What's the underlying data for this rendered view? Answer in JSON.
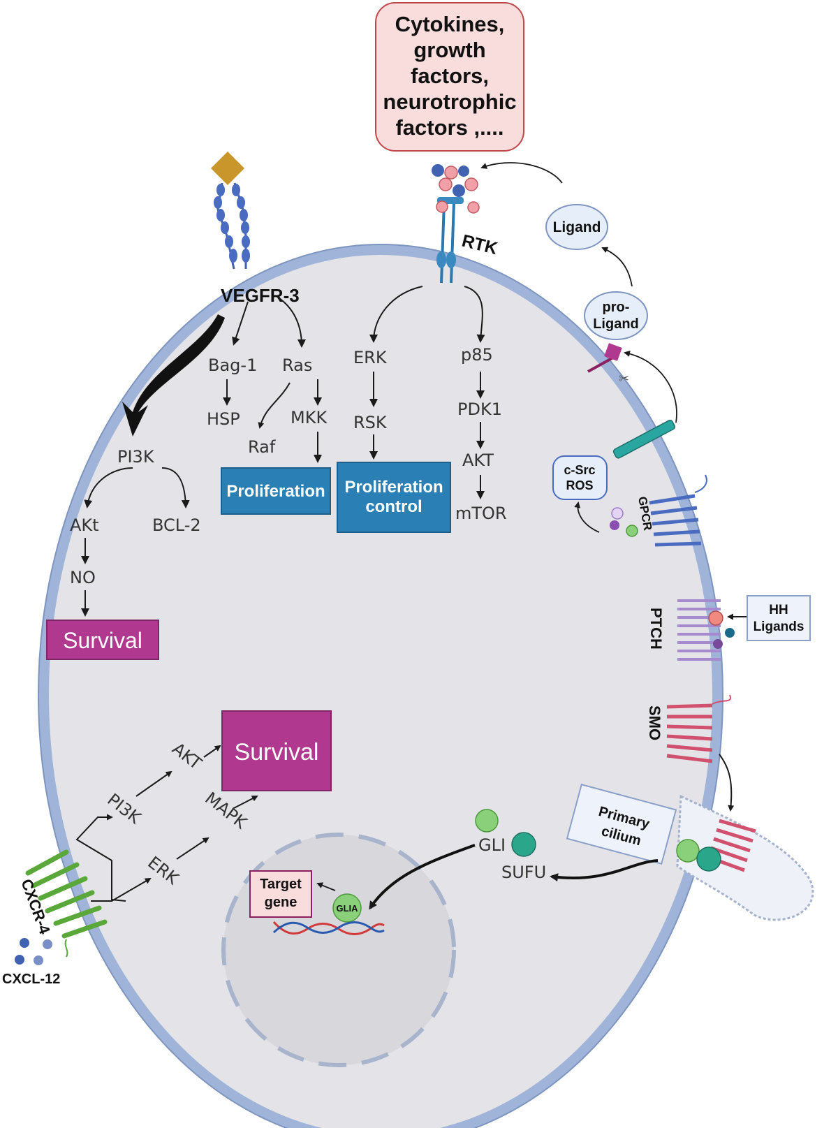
{
  "callout": {
    "line1": "Cytokines,",
    "line2": "growth",
    "line3": "factors,",
    "line4": "neurotrophic",
    "line5": "factors ,....",
    "fill": "#f9dcdc",
    "stroke": "#c0474a"
  },
  "receptors": {
    "vegfr3": "VEGFR-3",
    "rtk": "RTK",
    "gpcr": "GPCR",
    "ptch": "PTCH",
    "smo": "SMO",
    "cxcr4": "CXCR-4",
    "cxcl12": "CXCL-12"
  },
  "vegfr_path": {
    "bag1": "Bag-1",
    "ras": "Ras",
    "hsp": "HSP",
    "mkk": "MKK",
    "raf": "Raf",
    "pi3k": "PI3K",
    "akt": "AKt",
    "bcl2": "BCL-2",
    "no": "NO",
    "proliferation": "Proliferation",
    "survival": "Survival"
  },
  "rtk_path": {
    "erk": "ERK",
    "rsk": "RSK",
    "p85": "p85",
    "pdk1": "PDK1",
    "akt": "AKT",
    "mtor": "mTOR",
    "prolif_control_1": "Proliferation",
    "prolif_control_2": "control"
  },
  "ligand_path": {
    "ligand": "Ligand",
    "pro_ligand_1": "pro-",
    "pro_ligand_2": "Ligand",
    "csrc": "c-Src",
    "ros": "ROS"
  },
  "hedgehog": {
    "hh_1": "HH",
    "hh_2": "Ligands",
    "cilium_1": "Primary",
    "cilium_2": "cilium",
    "gli": "GLI",
    "sufu": "SUFU",
    "glia": "GLIA",
    "target_1": "Target",
    "target_2": "gene"
  },
  "cxcr_path": {
    "pi3k": "PI3K",
    "akt": "AKT",
    "erk": "ERK",
    "mapk": "MAPK",
    "survival": "Survival"
  },
  "colors": {
    "cytoplasm": "#e4e4e8",
    "membrane": "#9fb4d8",
    "proliferation_box": "#2a7fb4",
    "survival_box": "#b0388f",
    "vegfr": "#4062b0",
    "gpcr": "#4a6cc0",
    "ptch": "#a58ad0",
    "smo": "#d0506e",
    "cxcr": "#5aa83a",
    "gli": "#7ed06a",
    "sufu": "#2aa68a"
  }
}
